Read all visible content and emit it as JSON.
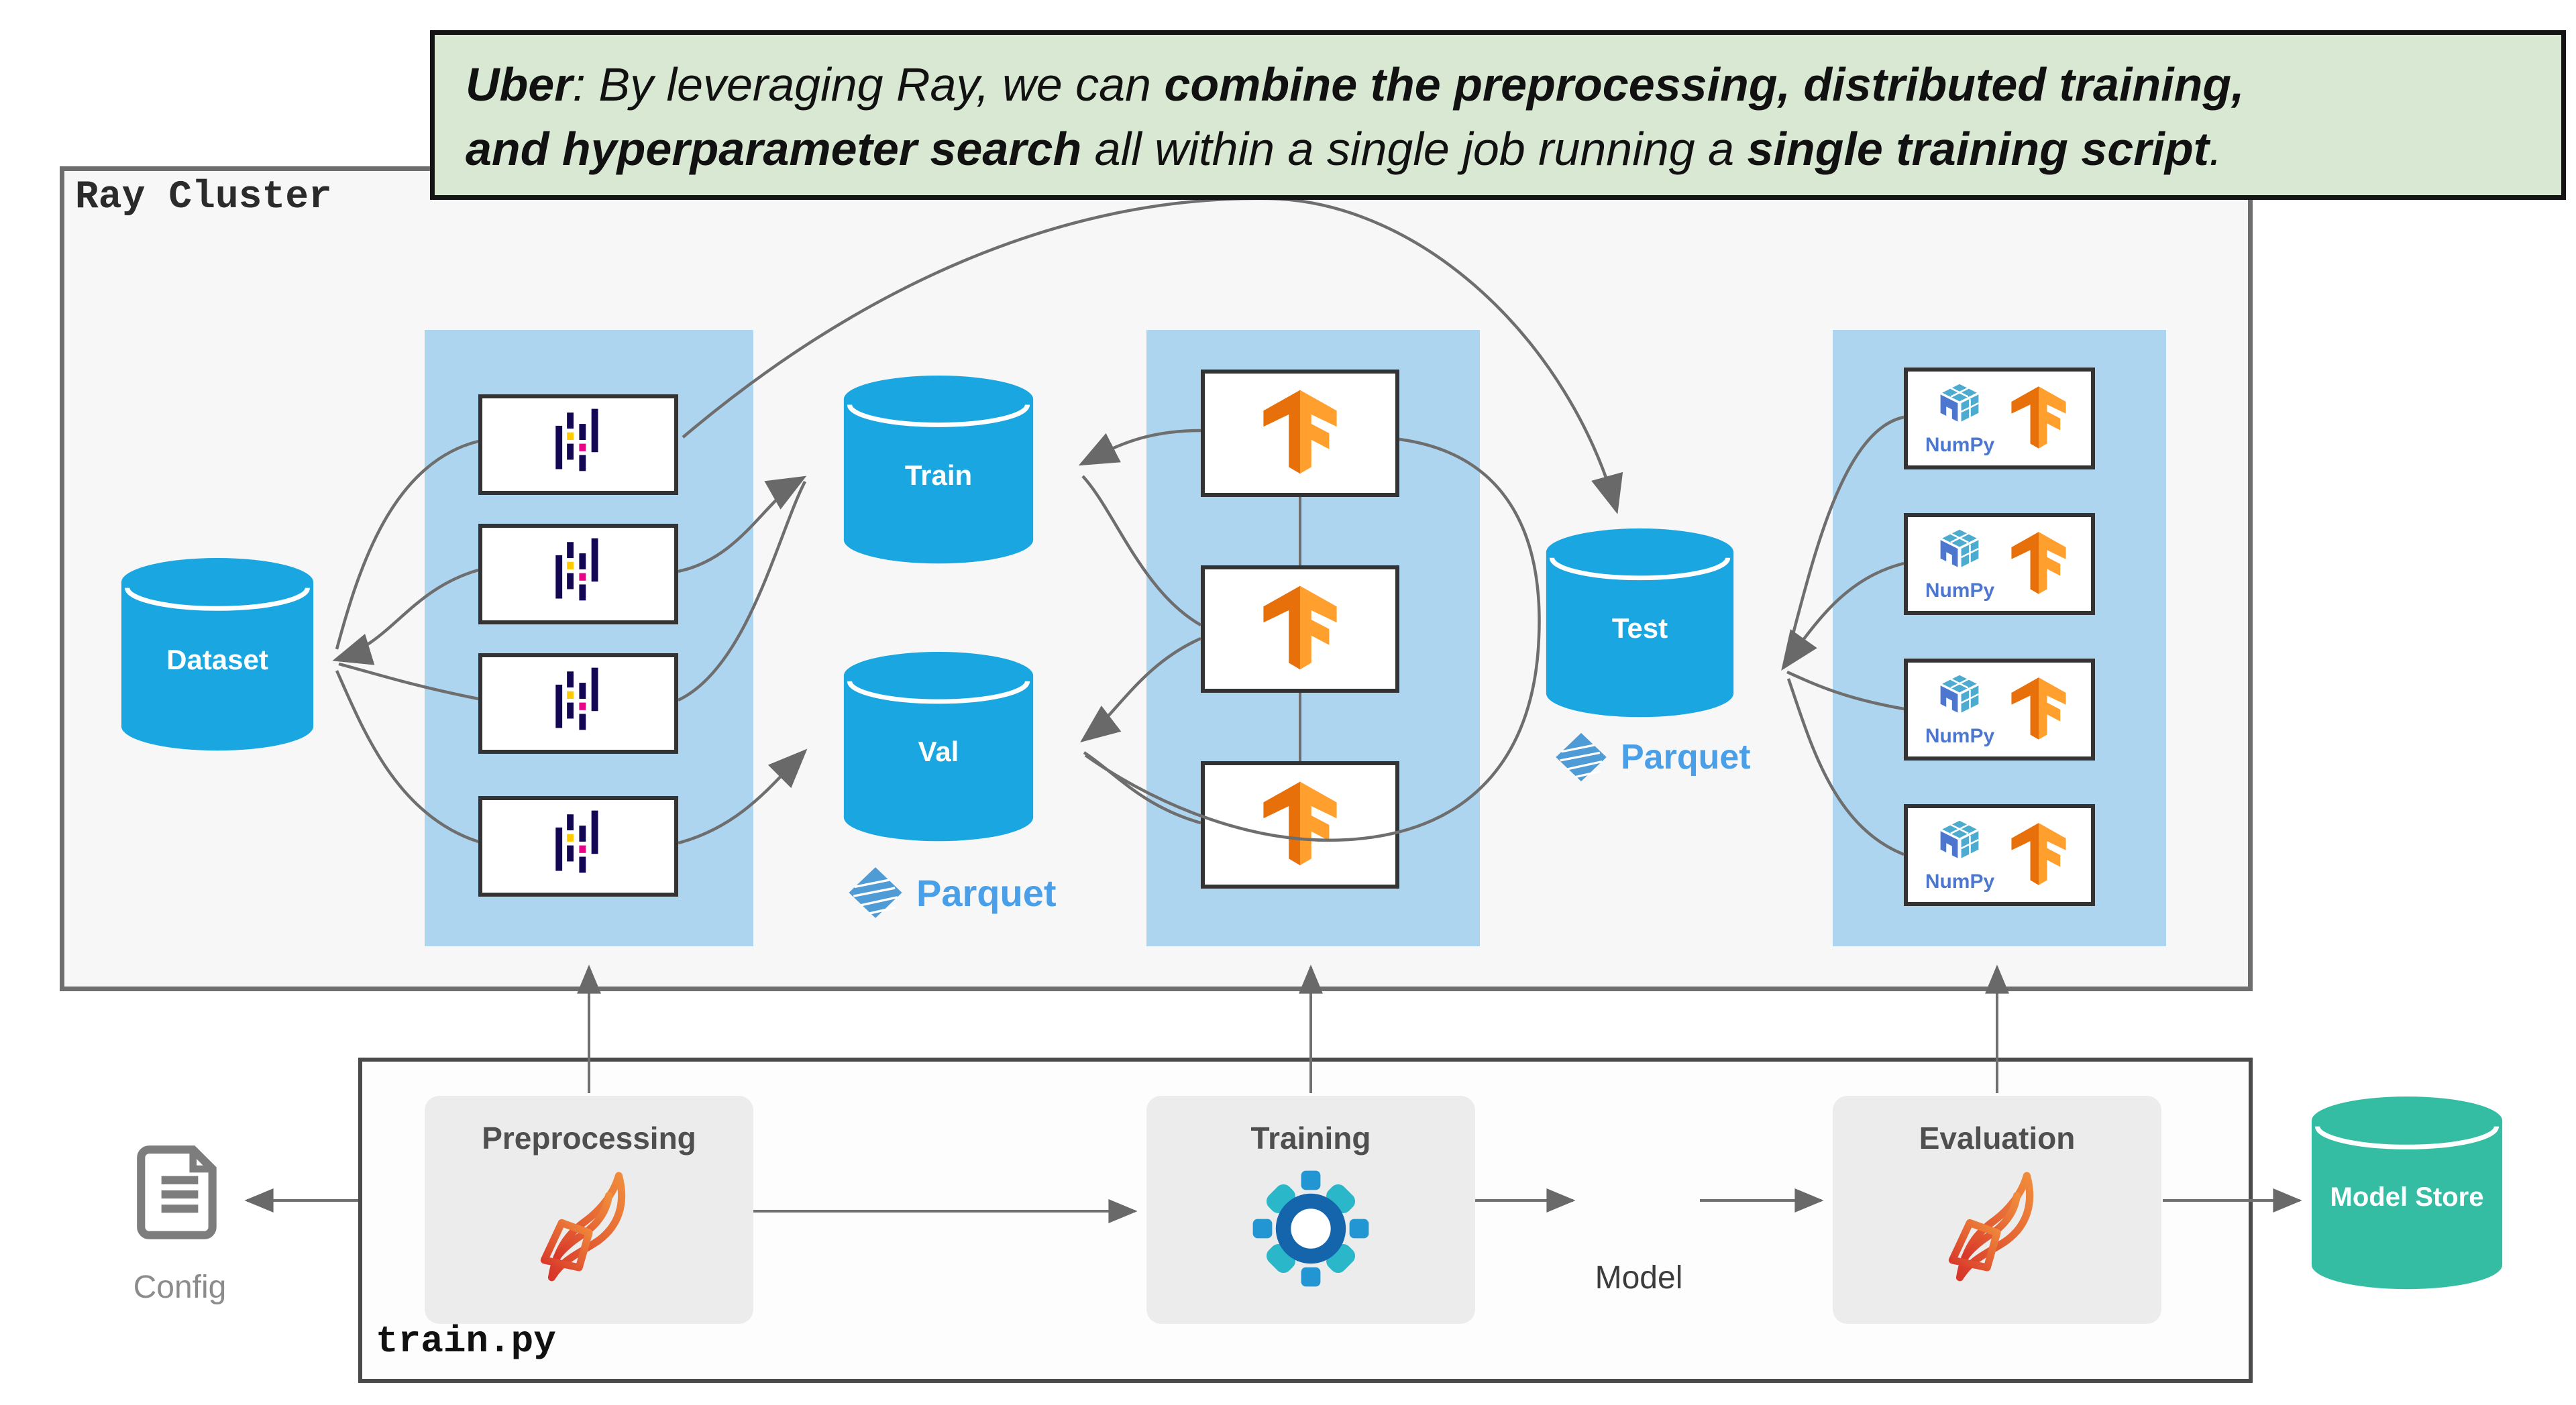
{
  "quote": {
    "s1": "Uber",
    "s2": ": By leveraging Ray, we can ",
    "s3": "combine the preprocessing, distributed training,",
    "s4": "and hyperparameter search",
    "s5": " all within a single job running a ",
    "s6": "single training script",
    "s7": "."
  },
  "cluster": {
    "title": "Ray Cluster"
  },
  "storage": {
    "dataset": "Dataset",
    "train": "Train",
    "val": "Val",
    "test": "Test",
    "model_store": "Model Store",
    "parquet": "Parquet"
  },
  "labels": {
    "numpy": "NumPy"
  },
  "pipeline": {
    "config": "Config",
    "preprocessing": "Preprocessing",
    "training": "Training",
    "model": "Model",
    "evaluation": "Evaluation",
    "script": "train.py"
  },
  "colors": {
    "quote_bg": "#d9e8d2",
    "panel_blue": "#aed5f0",
    "cylinder_blue": "#1aa6e0",
    "model_store_teal": "#35bda4",
    "parquet_blue": "#4aa0e8",
    "arrow_gray": "#6e6e6e",
    "tf_orange_dark": "#e8700a",
    "tf_orange_light": "#ff9f2e",
    "pandas_navy": "#130754",
    "pandas_yellow": "#ffca00",
    "pandas_pink": "#e70488",
    "ray_blue": "#0c93d6",
    "horovod_blue": "#1565ad",
    "horovod_teal": "#2ab7c9",
    "horovod_light": "#2196d3",
    "petastorm_red": "#d8372a",
    "petastorm_orange": "#f08c3c",
    "model_green": "#1b8a72",
    "config_gray": "#7d7d7d"
  }
}
